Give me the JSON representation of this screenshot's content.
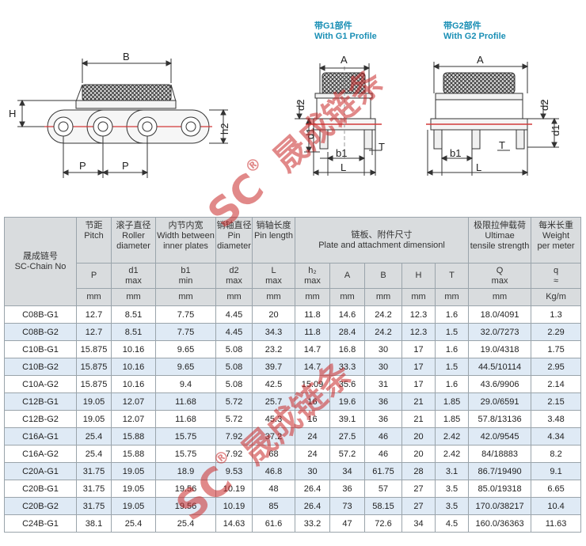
{
  "profiles": {
    "g1": {
      "cn": "带G1部件",
      "en": "With G1 Profile"
    },
    "g2": {
      "cn": "带G2部件",
      "en": "With G2 Profile"
    }
  },
  "dimension_labels": {
    "B": "B",
    "H": "H",
    "h2": "h2",
    "P": "P",
    "A": "A",
    "d1": "d1",
    "d2": "d2",
    "b1": "b1",
    "L": "L",
    "T": "T"
  },
  "watermark": {
    "mark": "SC",
    "registered": "®",
    "brand": "晟成链条"
  },
  "table": {
    "chain_no_header": "晟成链号\nSC-Chain No",
    "columns": [
      {
        "cn": "节距",
        "en": "Pitch",
        "sym": "P",
        "unit": "mm"
      },
      {
        "cn": "滚子直径",
        "en": "Roller\ndiameter",
        "sym": "d1\nmax",
        "unit": "mm"
      },
      {
        "cn": "内节内宽",
        "en": "Width between\ninner plates",
        "sym": "b1\nmin",
        "unit": "mm"
      },
      {
        "cn": "销轴直径",
        "en": "Pin\ndiameter",
        "sym": "d2\nmax",
        "unit": "mm"
      },
      {
        "cn": "销轴长度",
        "en": "Pin length",
        "sym": "L\nmax",
        "unit": "mm"
      }
    ],
    "plate_group": {
      "cn": "链板、附件尺寸",
      "en": "Plate and attachment dimensionl"
    },
    "plate_cols": [
      {
        "sym": "h₂\nmax",
        "unit": "mm"
      },
      {
        "sym": "A",
        "unit": "mm"
      },
      {
        "sym": "B",
        "unit": "mm"
      },
      {
        "sym": "H",
        "unit": "mm"
      },
      {
        "sym": "T",
        "unit": "mm"
      }
    ],
    "tensile": {
      "cn": "极限拉伸载荷",
      "en": "Ultimae\ntensile strength",
      "sym": "Q\nmax",
      "unit": "mm"
    },
    "weight": {
      "cn": "每米长重",
      "en": "Weight\nper meter",
      "sym": "q\n≈",
      "unit": "Kg/m"
    },
    "rows": [
      [
        "C08B-G1",
        "12.7",
        "8.51",
        "7.75",
        "4.45",
        "20",
        "11.8",
        "14.6",
        "24.2",
        "12.3",
        "1.6",
        "18.0/4091",
        "1.3"
      ],
      [
        "C08B-G2",
        "12.7",
        "8.51",
        "7.75",
        "4.45",
        "34.3",
        "11.8",
        "28.4",
        "24.2",
        "12.3",
        "1.5",
        "32.0/7273",
        "2.29"
      ],
      [
        "C10B-G1",
        "15.875",
        "10.16",
        "9.65",
        "5.08",
        "23.2",
        "14.7",
        "16.8",
        "30",
        "17",
        "1.6",
        "19.0/4318",
        "1.75"
      ],
      [
        "C10B-G2",
        "15.875",
        "10.16",
        "9.65",
        "5.08",
        "39.7",
        "14.7",
        "33.3",
        "30",
        "17",
        "1.5",
        "44.5/10114",
        "2.95"
      ],
      [
        "C10A-G2",
        "15.875",
        "10.16",
        "9.4",
        "5.08",
        "42.5",
        "15.09",
        "35.6",
        "31",
        "17",
        "1.6",
        "43.6/9906",
        "2.14"
      ],
      [
        "C12B-G1",
        "19.05",
        "12.07",
        "11.68",
        "5.72",
        "25.7",
        "16",
        "19.6",
        "36",
        "21",
        "1.85",
        "29.0/6591",
        "2.15"
      ],
      [
        "C12B-G2",
        "19.05",
        "12.07",
        "11.68",
        "5.72",
        "45.3",
        "16",
        "39.1",
        "36",
        "21",
        "1.85",
        "57.8/13136",
        "3.48"
      ],
      [
        "C16A-G1",
        "25.4",
        "15.88",
        "15.75",
        "7.92",
        "37.2",
        "24",
        "27.5",
        "46",
        "20",
        "2.42",
        "42.0/9545",
        "4.34"
      ],
      [
        "C16A-G2",
        "25.4",
        "15.88",
        "15.75",
        "7.92",
        "68",
        "24",
        "57.2",
        "46",
        "20",
        "2.42",
        "84/18883",
        "8.2"
      ],
      [
        "C20A-G1",
        "31.75",
        "19.05",
        "18.9",
        "9.53",
        "46.8",
        "30",
        "34",
        "61.75",
        "28",
        "3.1",
        "86.7/19490",
        "9.1"
      ],
      [
        "C20B-G1",
        "31.75",
        "19.05",
        "19.56",
        "10.19",
        "48",
        "26.4",
        "36",
        "57",
        "27",
        "3.5",
        "85.0/19318",
        "6.65"
      ],
      [
        "C20B-G2",
        "31.75",
        "19.05",
        "19.56",
        "10.19",
        "85",
        "26.4",
        "73",
        "58.15",
        "27",
        "3.5",
        "170.0/38217",
        "10.4"
      ],
      [
        "C24B-G1",
        "38.1",
        "25.4",
        "25.4",
        "14.63",
        "61.6",
        "33.2",
        "47",
        "72.6",
        "34",
        "4.5",
        "160.0/36363",
        "11.63"
      ]
    ]
  }
}
